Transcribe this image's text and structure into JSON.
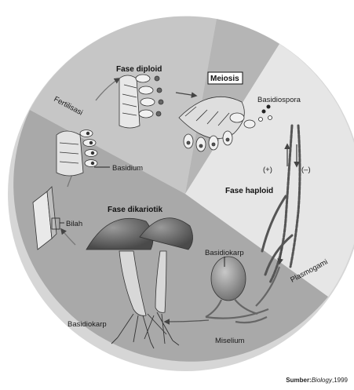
{
  "labels": {
    "fase_diploid": "Fase diploid",
    "meiosis": "Meiosis",
    "basidiospora": "Basidiospora",
    "plus": "(+)",
    "minus": "(–)",
    "fase_haploid": "Fase haploid",
    "plasmogami": "Plasmogami",
    "fertilisasi": "Fertilisasi",
    "basidium": "Basidium",
    "bilah": "Bilah",
    "fase_dikariotik": "Fase dikariotik",
    "basidiokarp_right": "Basidiokarp",
    "basidiokarp_left": "Basidiokarp",
    "miselium": "Miselium"
  },
  "source": {
    "prefix": "Sumber:",
    "title": "Biology",
    "year": ",1999"
  },
  "colors": {
    "outer_ring": "#d9d9d9",
    "dikaryotic_sector": "#a8a8a8",
    "diploid_sector": "#c4c4c4",
    "haploid_sector": "#e6e6e6",
    "meiosis_wedge": "#b3b3b3"
  }
}
